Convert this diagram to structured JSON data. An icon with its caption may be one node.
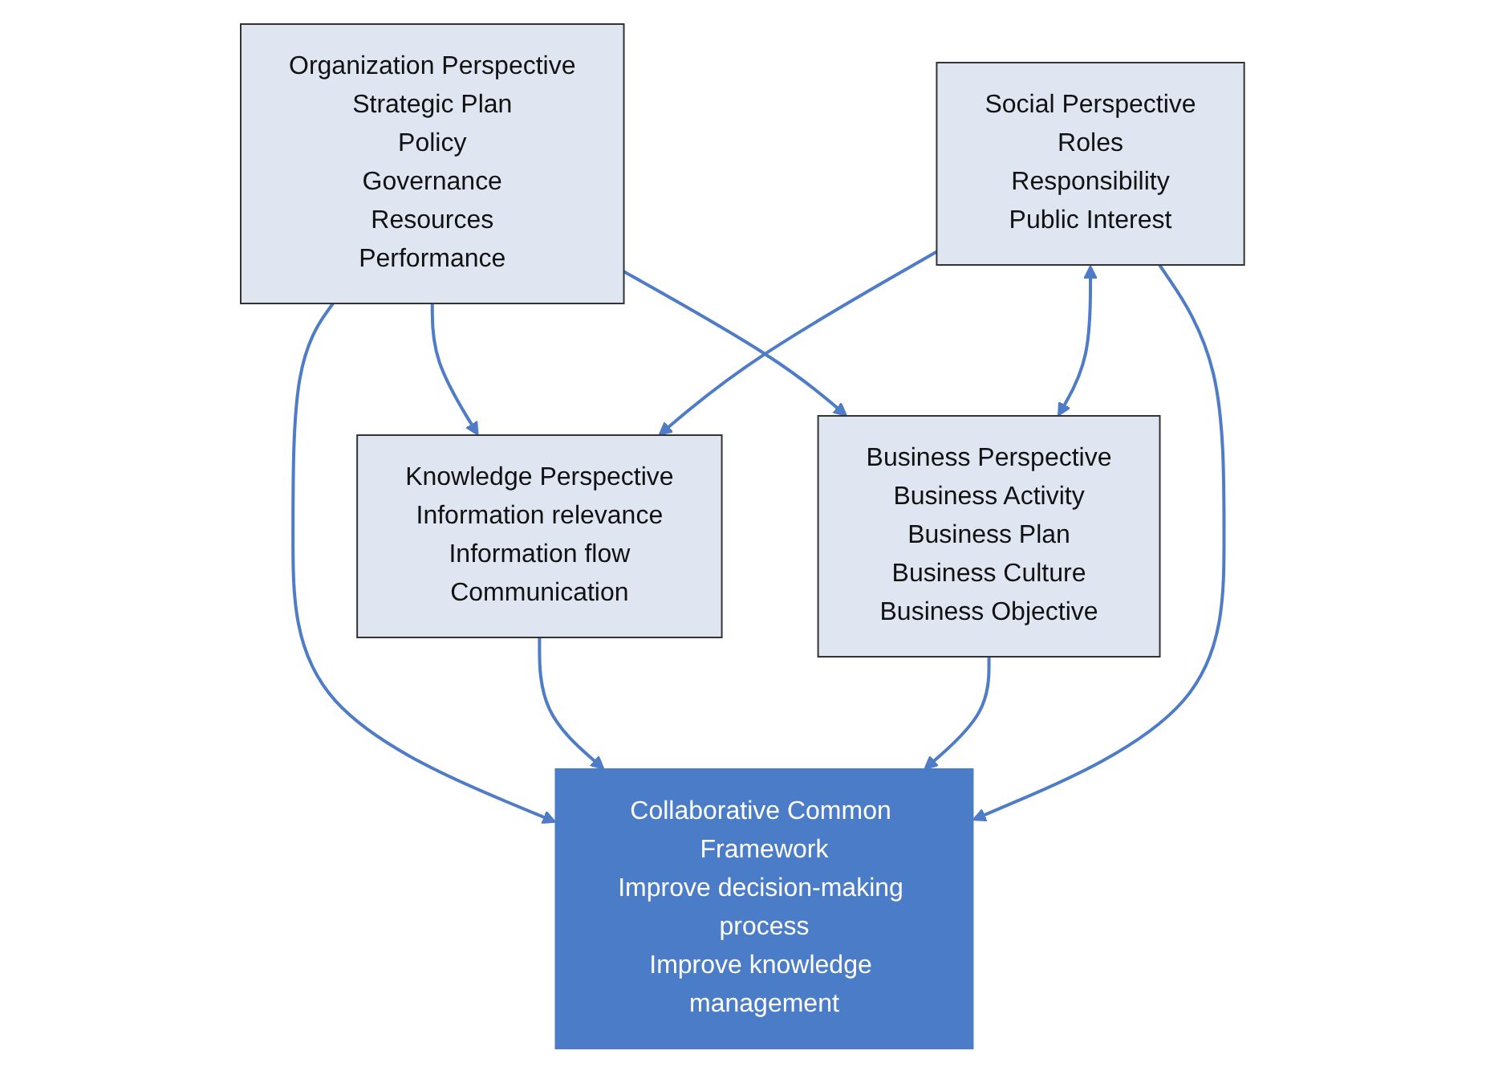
{
  "diagram": {
    "nodes": [
      {
        "text": [
          "Organization Perspective",
          "Strategic Plan",
          "Policy",
          "Governance",
          "Resources",
          "Performance"
        ]
      },
      {
        "text": [
          "Knowledge Perspective",
          "Information relevance",
          "Information flow",
          "Communication"
        ]
      },
      {
        "text": [
          "Collaborative Common Framework",
          "Improve decision-making process",
          "Improve knowledge management"
        ]
      },
      {
        "text": [
          "Business Perspective",
          "Business Activity",
          "Business Plan",
          "Business Culture",
          "Business Objective"
        ]
      },
      {
        "text": [
          "Social Perspective",
          "Roles",
          "Responsibility",
          "Public Interest"
        ]
      }
    ],
    "edges": [
      {
        "from": 0,
        "to": 1,
        "arrow": "to"
      },
      {
        "from": 0,
        "to": 2,
        "arrow": "to"
      },
      {
        "from": 0,
        "to": 3,
        "arrow": "to"
      },
      {
        "from": 1,
        "to": 2,
        "arrow": "to"
      },
      {
        "from": 3,
        "to": 2,
        "arrow": "to"
      },
      {
        "from": 4,
        "to": 2,
        "arrow": "to"
      },
      {
        "from": 4,
        "to": 1,
        "arrow": "to"
      },
      {
        "from": 4,
        "to": 3,
        "arrow": "both"
      }
    ]
  }
}
